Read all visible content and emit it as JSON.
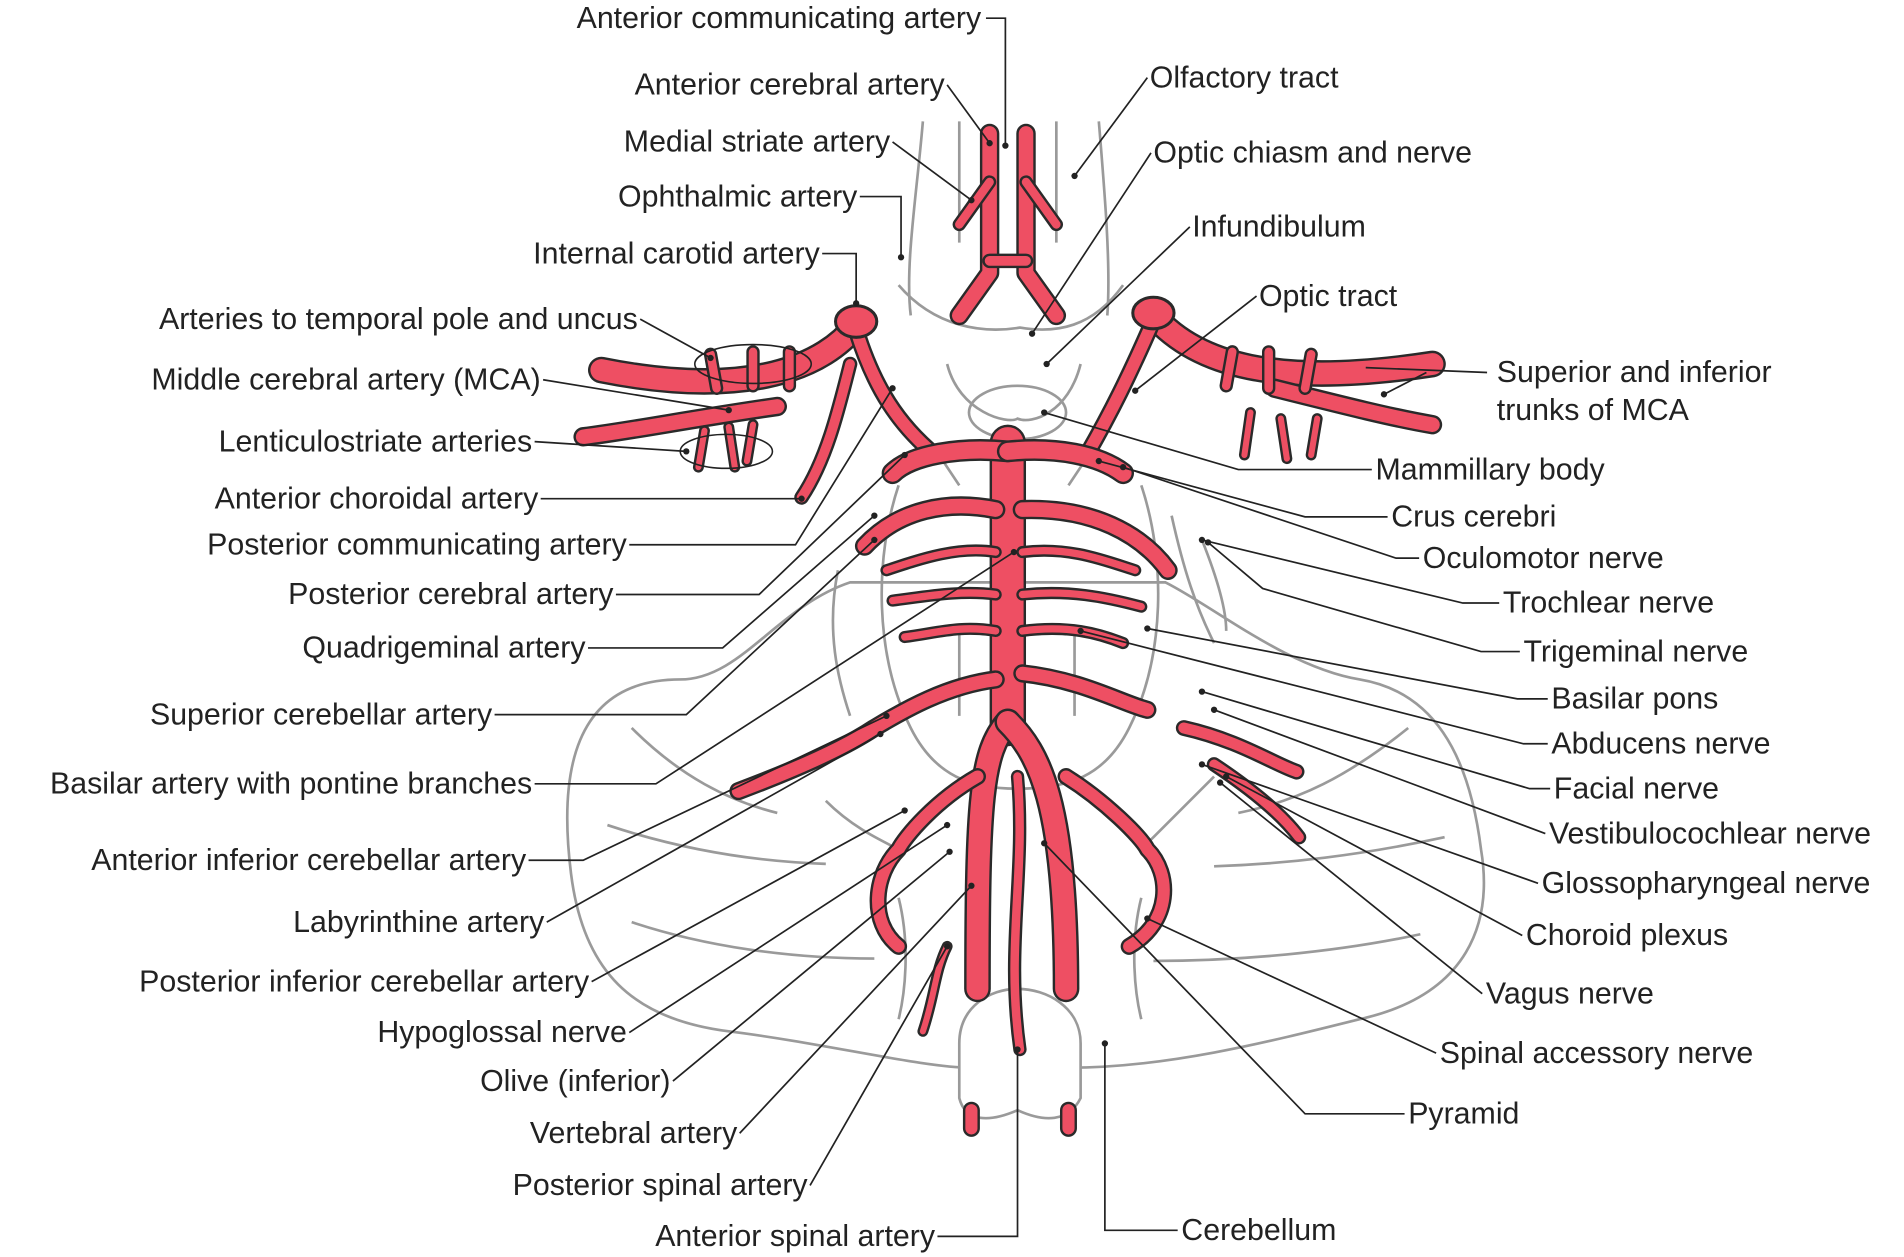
{
  "colors": {
    "artery": "#ee4f63",
    "outline": "#9a9a9a",
    "text": "#222222"
  },
  "labels_left": [
    "Anterior communicating artery",
    "Anterior cerebral artery",
    "Medial striate artery",
    "Ophthalmic artery",
    "Internal carotid artery",
    "Arteries to temporal pole and uncus",
    "Middle cerebral artery (MCA)",
    "Lenticulostriate arteries",
    "Anterior choroidal artery",
    "Posterior communicating artery",
    "Posterior cerebral artery",
    "Quadrigeminal artery",
    "Superior cerebellar artery",
    "Basilar artery with pontine branches",
    "Anterior inferior cerebellar artery",
    "Labyrinthine artery",
    "Posterior inferior cerebellar artery",
    "Hypoglossal nerve",
    "Olive (inferior)",
    "Vertebral artery",
    "Posterior spinal artery",
    "Anterior spinal artery"
  ],
  "labels_right": [
    "Olfactory tract",
    "Optic chiasm and nerve",
    "Infundibulum",
    "Optic tract",
    "Superior and inferior",
    "trunks of MCA",
    "Mammillary body",
    "Crus cerebri",
    "Oculomotor nerve",
    "Trochlear nerve",
    "Trigeminal nerve",
    "Basilar pons",
    "Abducens nerve",
    "Facial nerve",
    "Vestibulocochlear nerve",
    "Glossopharyngeal nerve",
    "Choroid plexus",
    "Vagus nerve",
    "Spinal accessory nerve",
    "Pyramid",
    "Cerebellum"
  ]
}
